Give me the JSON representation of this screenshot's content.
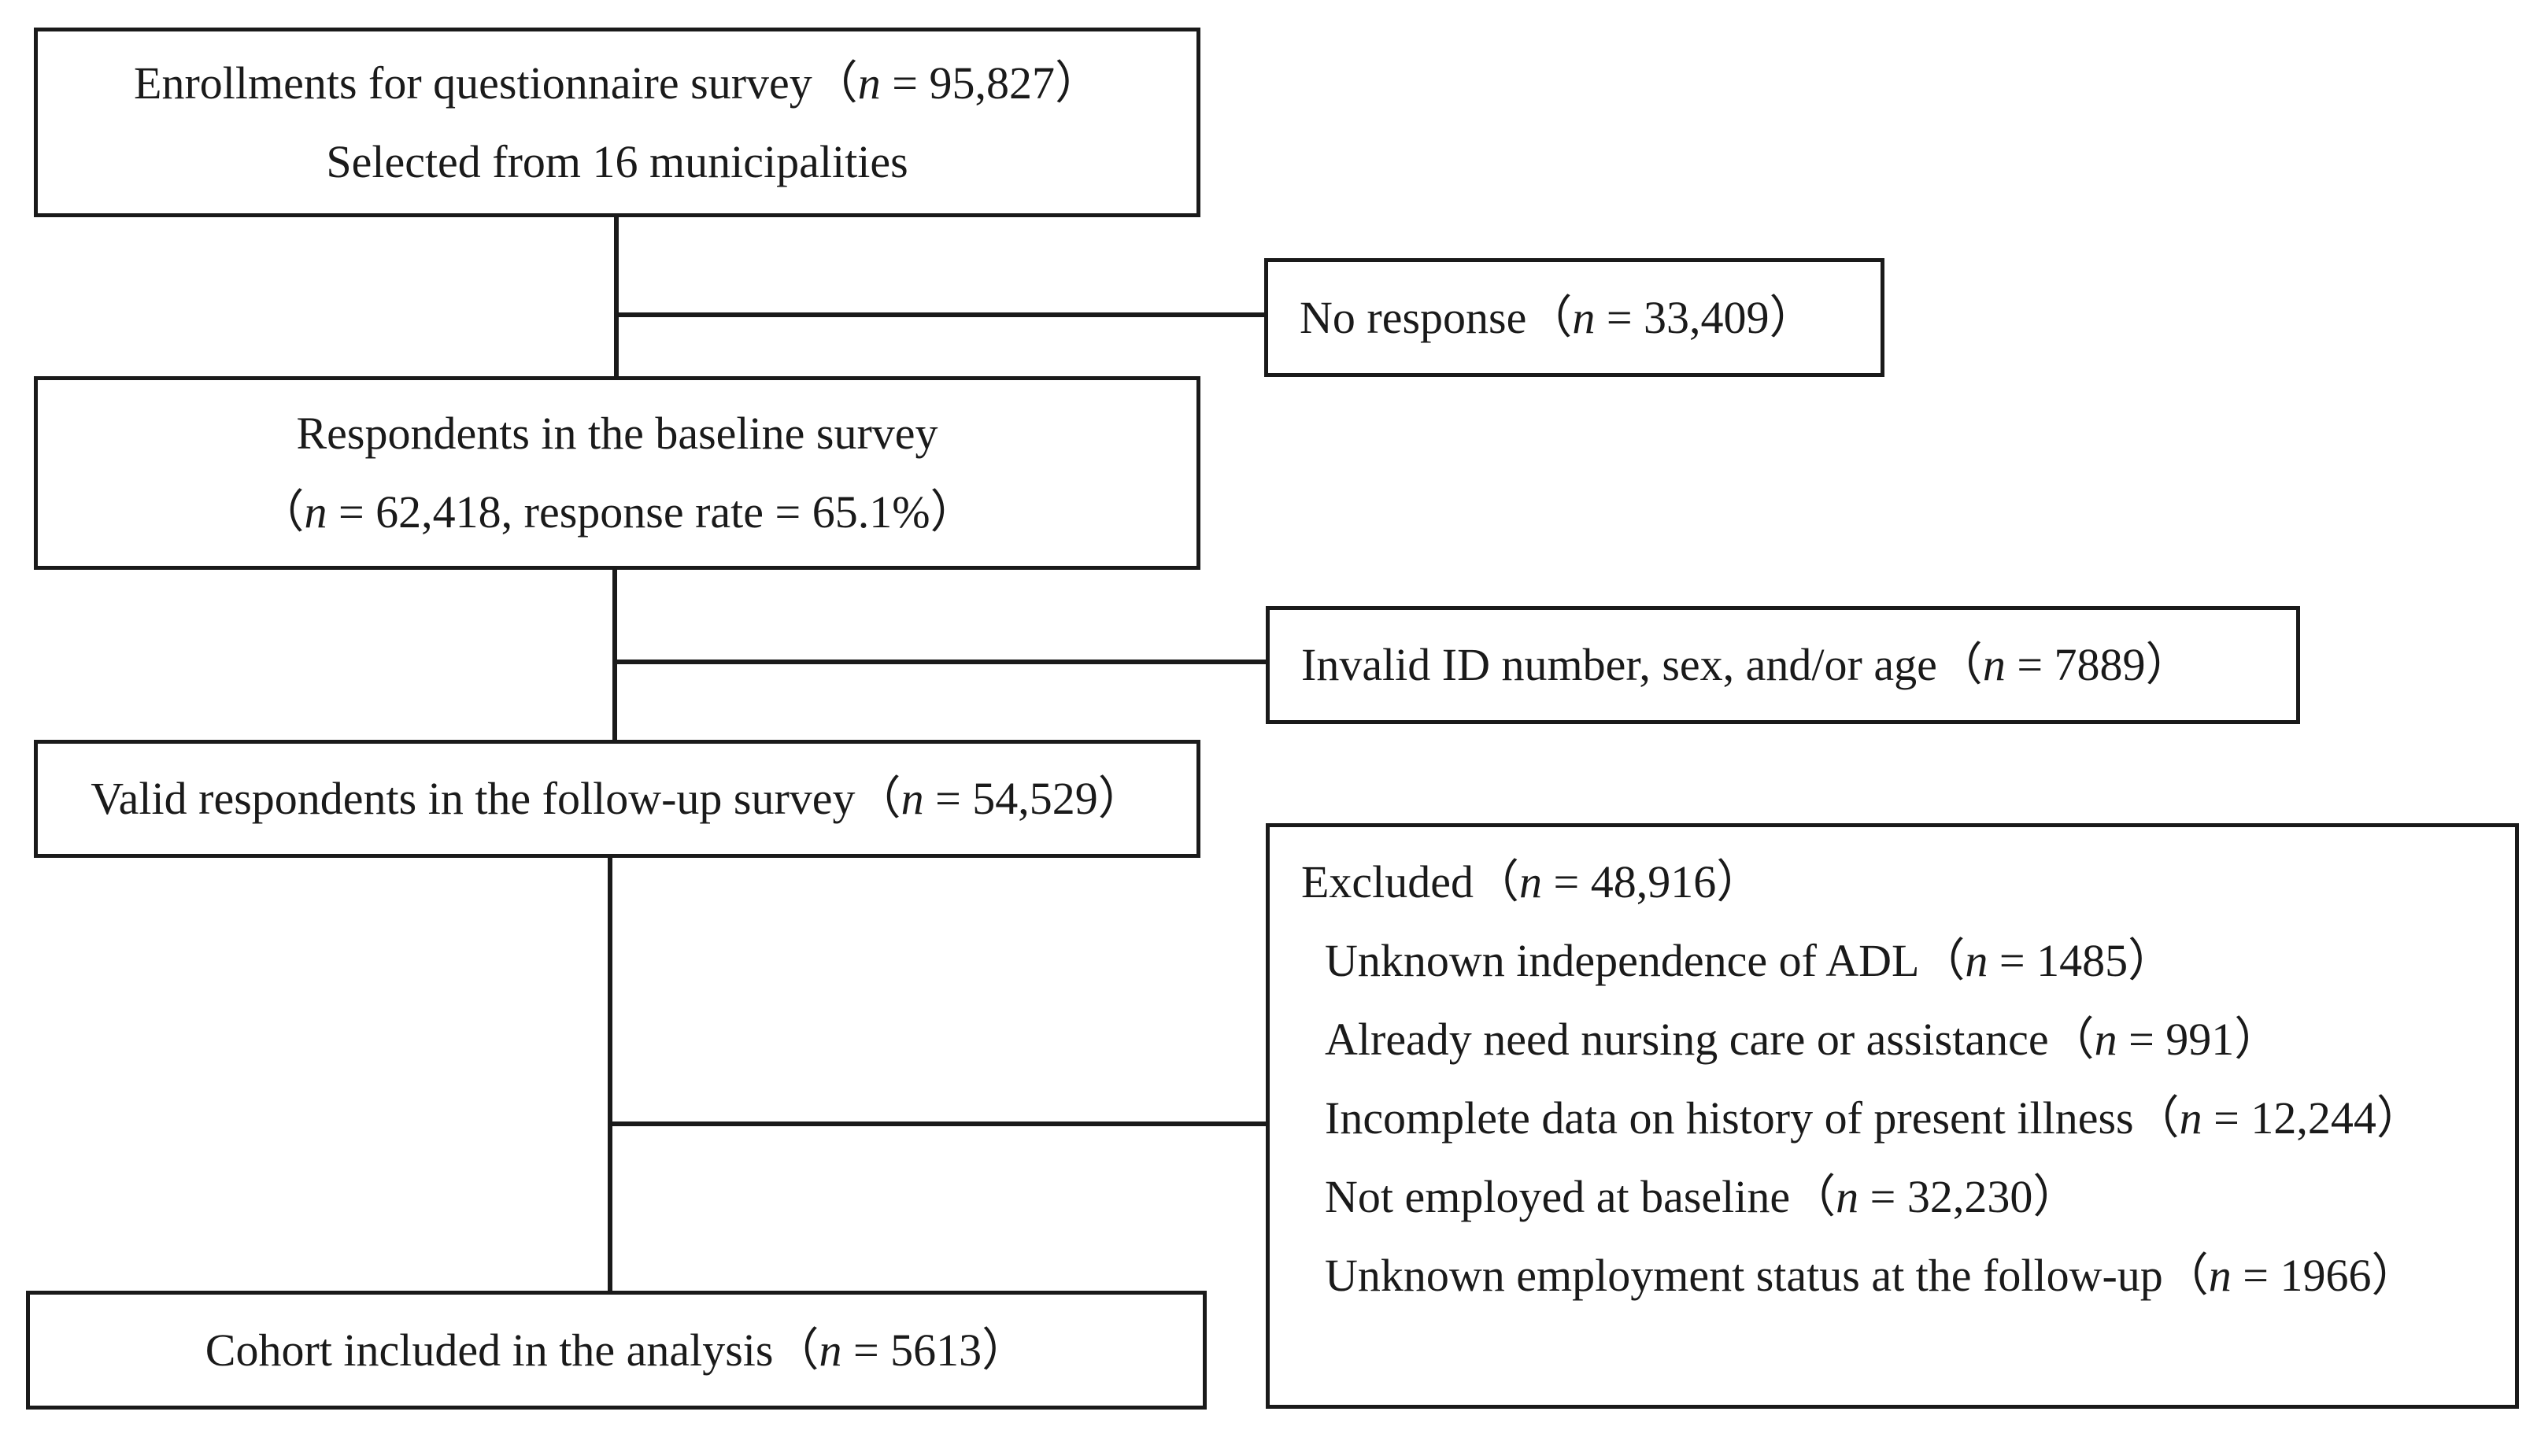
{
  "flow_boxes": {
    "enrollment": {
      "line1_prefix": "Enrollments for questionnaire survey（",
      "line1_n": "n",
      "line1_suffix": " = 95,827）",
      "line2": "Selected from 16 municipalities"
    },
    "baseline": {
      "line1": "Respondents in the baseline survey",
      "line2_prefix": "（",
      "line2_n": "n",
      "line2_suffix": " = 62,418, response rate = 65.1%）"
    },
    "followup": {
      "prefix": "Valid respondents in the follow-up survey（",
      "n": "n",
      "suffix": " = 54,529）"
    },
    "cohort": {
      "prefix": "Cohort included in the analysis（",
      "n": "n",
      "suffix": " = 5613）"
    }
  },
  "exclusion_boxes": {
    "no_response": {
      "prefix": "No response（",
      "n": "n",
      "suffix": " = 33,409）"
    },
    "invalid": {
      "prefix": "Invalid ID number, sex, and/or age（",
      "n": "n",
      "suffix": " = 7889）"
    },
    "excluded": {
      "title_prefix": "Excluded（",
      "title_n": "n",
      "title_suffix": " = 48,916）",
      "reasons": [
        {
          "prefix": "Unknown independence of ADL（",
          "n": "n",
          "suffix": " = 1485）"
        },
        {
          "prefix": "Already need nursing care or assistance（",
          "n": "n",
          "suffix": " = 991）"
        },
        {
          "prefix": "Incomplete data on history of present illness（",
          "n": "n",
          "suffix": " = 12,244）"
        },
        {
          "prefix": "Not employed at baseline（",
          "n": "n",
          "suffix": " = 32,230）"
        },
        {
          "prefix": "Unknown employment status at the follow-up（",
          "n": "n",
          "suffix": " = 1966）"
        }
      ]
    }
  }
}
